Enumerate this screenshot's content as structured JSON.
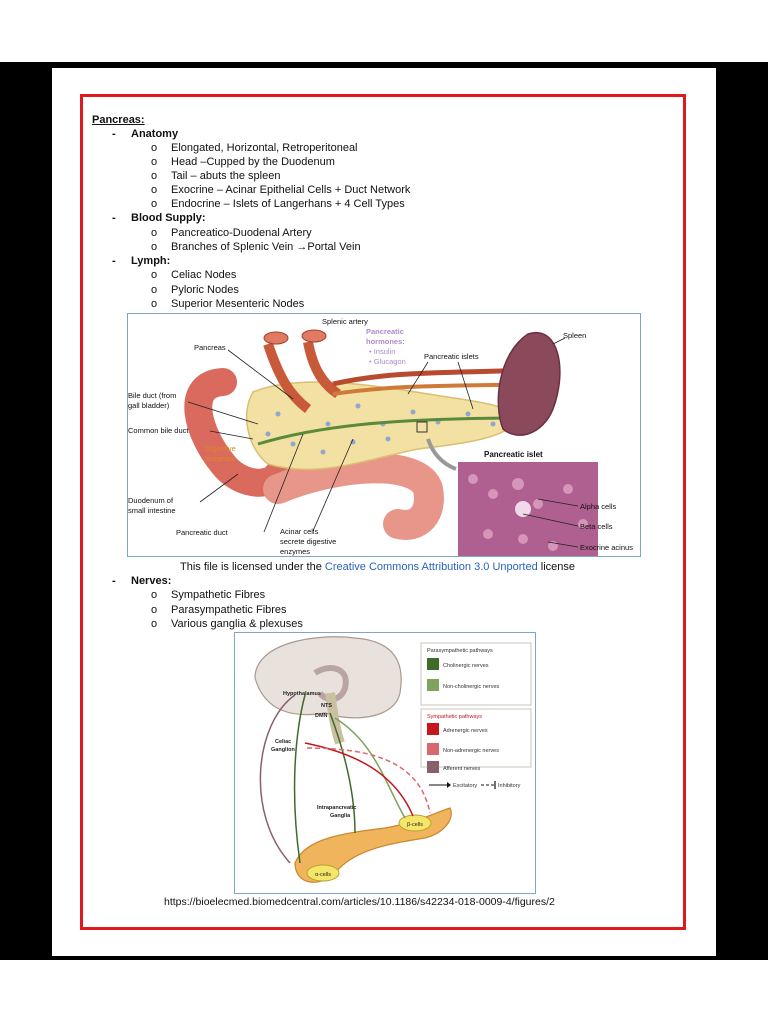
{
  "heading": "Pancreas:",
  "sections": {
    "anatomy": {
      "title": "Anatomy",
      "items": [
        "Elongated, Horizontal, Retroperitoneal",
        "Head –Cupped by the Duodenum",
        "Tail – abuts the spleen",
        "Exocrine – Acinar Epithelial Cells + Duct Network",
        "Endocrine – Islets of Langerhans + 4 Cell Types"
      ]
    },
    "blood": {
      "title": "Blood Supply:",
      "items": [
        "Pancreatico-Duodenal Artery",
        "Branches of Splenic Vein →Portal Vein"
      ]
    },
    "lymph": {
      "title": "Lymph:",
      "items": [
        "Celiac Nodes",
        "Pyloric Nodes",
        "Superior Mesenteric Nodes"
      ]
    },
    "nerves": {
      "title": "Nerves:",
      "items": [
        "Sympathetic Fibres",
        "Parasympathetic Fibres",
        "Various ganglia & plexuses"
      ]
    }
  },
  "dash": "-",
  "bullet": "o",
  "figure1": {
    "labels": {
      "splenic_artery": "Splenic artery",
      "hormones_title_1": "Pancreatic",
      "hormones_title_2": "hormones:",
      "insulin": "• Insulin",
      "glucagon": "• Glucagon",
      "spleen": "Spleen",
      "pancreas": "Pancreas",
      "islets": "Pancreatic islets",
      "bile_duct_1": "Bile duct (from",
      "bile_duct_2": "gall bladder)",
      "common_bile": "Common bile duct",
      "digestive_1": "Digestive",
      "digestive_2": "enzymes",
      "islet_title": "Pancreatic islet",
      "alpha": "Alpha cells",
      "beta": "Beta cells",
      "exocrine": "Exocrine acinus",
      "duodenum_1": "Duodenum of",
      "duodenum_2": "small intestine",
      "pancreatic_duct": "Pancreatic duct",
      "acinar_1": "Acinar cells",
      "acinar_2": "secrete digestive",
      "acinar_3": "enzymes"
    }
  },
  "license": {
    "pre": "This file is licensed under the ",
    "link": "Creative Commons Attribution 3.0 Unported",
    "post": " license"
  },
  "figure2": {
    "legend": {
      "para_title": "Parasympathetic pathways",
      "cholinergic": "Cholinergic nerves",
      "noncholinergic": "Non-cholinergic nerves",
      "symp_title": "Sympathetic pathways",
      "adrenergic": "Adrenergic nerves",
      "nonadrenergic": "Non-adrenergic nerves",
      "afferent": "Afferent nerves",
      "excitatory": "Excitatory",
      "inhibitory": "Inhibitory"
    },
    "labels": {
      "hypothalamus": "Hypothalamus",
      "nts": "NTS",
      "dmn": "DMN",
      "celiac_1": "Celiac",
      "celiac_2": "Ganglion",
      "intrapanc_1": "Intrapancreatic",
      "intrapanc_2": "Ganglia",
      "beta_cells": "β-cells",
      "alpha_cells": "α-cells"
    },
    "colors": {
      "cholinergic": "#3e6b2a",
      "noncholinergic": "#7ea35a",
      "adrenergic": "#c4161c",
      "nonadrenergic": "#d9686c",
      "afferent": "#8a6068"
    }
  },
  "url": "https://bioelecmed.biomedcentral.com/articles/10.1186/s42234-018-0009-4/figures/2"
}
